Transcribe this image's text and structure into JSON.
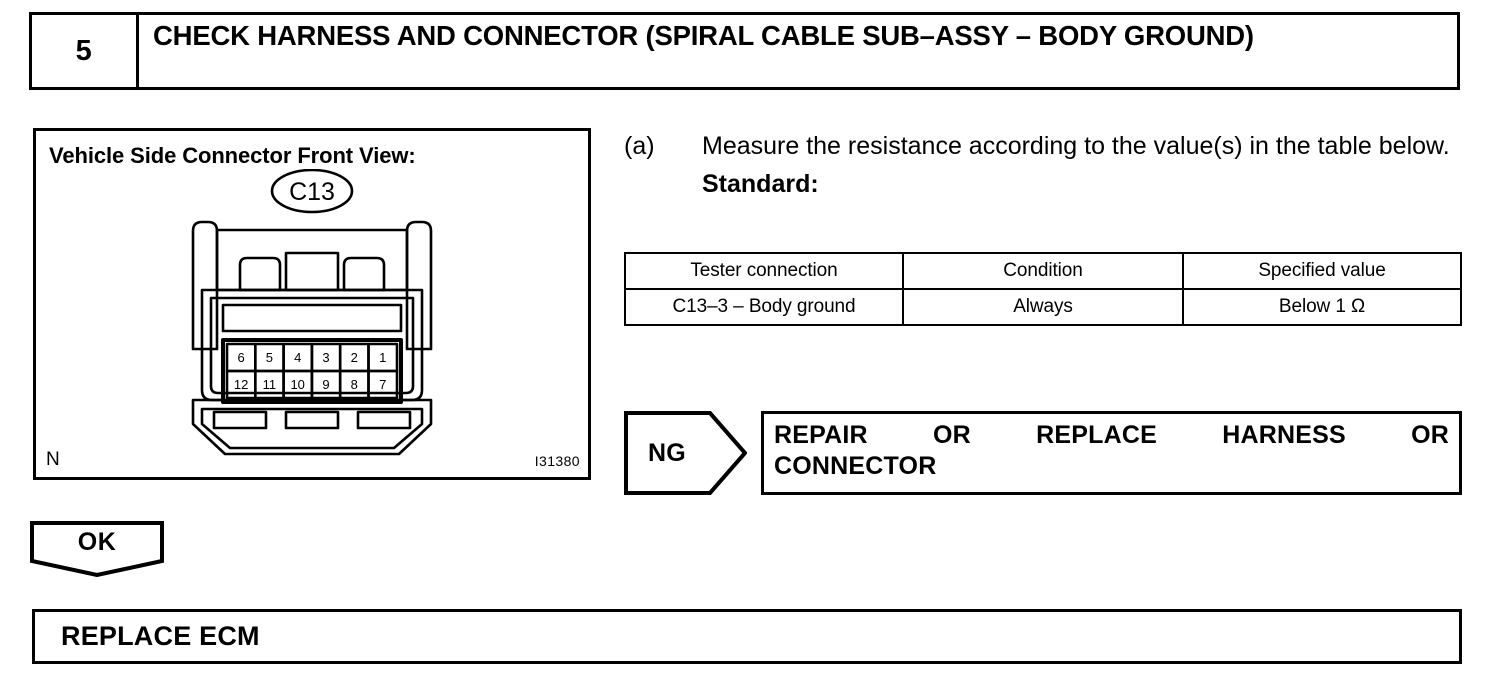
{
  "step": {
    "number": "5",
    "title": "CHECK HARNESS AND CONNECTOR (SPIRAL CABLE SUB–ASSY – BODY GROUND)"
  },
  "figure": {
    "caption": "Vehicle Side Connector Front View:",
    "connector_label": "C13",
    "note_left": "N",
    "figure_id": "I31380",
    "pins": {
      "top_row": [
        "6",
        "5",
        "4",
        "3",
        "2",
        "1"
      ],
      "bottom_row": [
        "12",
        "11",
        "10",
        "9",
        "8",
        "7"
      ]
    }
  },
  "procedure": {
    "marker": "(a)",
    "text": "Measure the resistance according to the value(s) in the table below.",
    "standard_label": "Standard:"
  },
  "spec_table": {
    "headers": [
      "Tester connection",
      "Condition",
      "Specified value"
    ],
    "rows": [
      [
        "C13–3 – Body ground",
        "Always",
        "Below 1 Ω"
      ]
    ]
  },
  "results": {
    "ng_badge": "NG",
    "ng_action_line1": "REPAIR OR REPLACE HARNESS OR",
    "ng_action_line2": "CONNECTOR",
    "ok_badge": "OK",
    "final_action": "REPLACE ECM"
  },
  "colors": {
    "ink": "#000000",
    "paper": "#ffffff"
  }
}
